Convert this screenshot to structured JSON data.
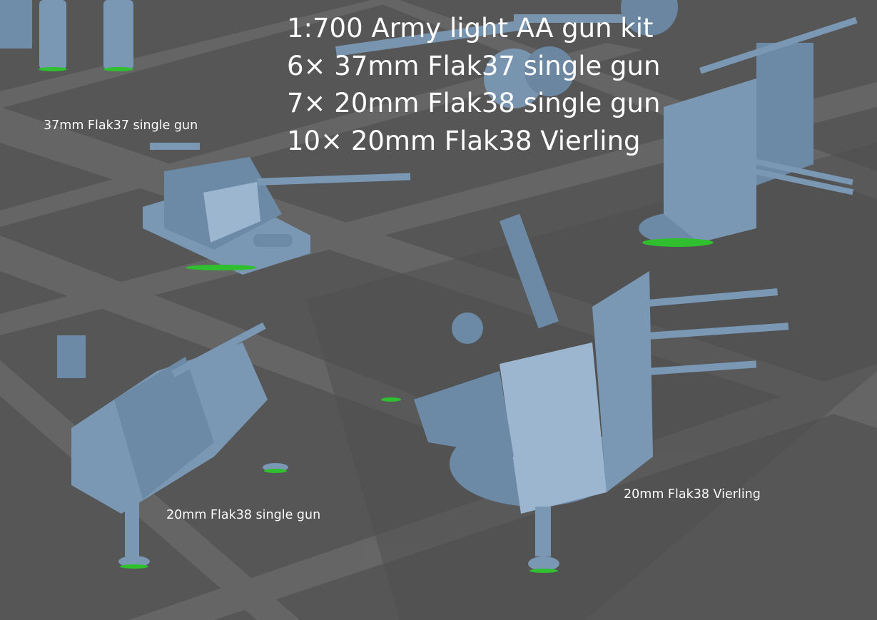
{
  "title_lines": [
    "1:700 Army light AA gun kit",
    "6× 37mm Flak37 single gun",
    "7× 20mm Flak38 single gun",
    "10× 20mm Flak38 Vierling"
  ],
  "labels": {
    "flak37": "37mm Flak37 single gun",
    "flak38_single": "20mm Flak38 single gun",
    "flak38_vierling": "20mm Flak38 Vierling"
  },
  "colors": {
    "background": "#565656",
    "grid_line": "#686868",
    "model": "#7a98b4",
    "model_dark": "#5a7690",
    "model_light": "#9cb6cf",
    "base_rim": "#2fbf2f",
    "text": "#ffffff"
  }
}
